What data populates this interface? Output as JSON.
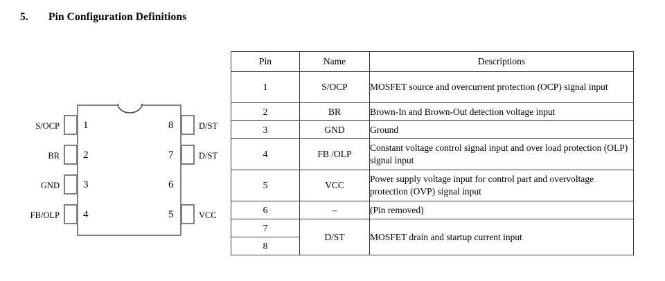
{
  "heading": {
    "number": "5.",
    "title": "Pin Configuration Definitions"
  },
  "diagram": {
    "package_outline": "8-pin DIP package outline with notch",
    "left_pins": [
      {
        "number": "1",
        "label": "S/OCP"
      },
      {
        "number": "2",
        "label": "BR"
      },
      {
        "number": "3",
        "label": "GND"
      },
      {
        "number": "4",
        "label": "FB/OLP"
      }
    ],
    "right_pins": [
      {
        "number": "8",
        "label": "D/ST"
      },
      {
        "number": "7",
        "label": "D/ST"
      },
      {
        "number": "6",
        "label": ""
      },
      {
        "number": "5",
        "label": "VCC"
      }
    ]
  },
  "table": {
    "headers": {
      "pin": "Pin",
      "name": "Name",
      "descriptions": "Descriptions"
    },
    "rows": [
      {
        "pin": "1",
        "name": "S/OCP",
        "description": "MOSFET source and overcurrent protection (OCP) signal input"
      },
      {
        "pin": "2",
        "name": "BR",
        "description": "Brown-In and Brown-Out detection voltage input"
      },
      {
        "pin": "3",
        "name": "GND",
        "description": "Ground"
      },
      {
        "pin": "4",
        "name": "FB /OLP",
        "description": "Constant voltage control signal input and over load protection (OLP) signal input"
      },
      {
        "pin": "5",
        "name": "VCC",
        "description": "Power supply voltage input for control part and overvoltage protection (OVP) signal input"
      },
      {
        "pin": "6",
        "name": "–",
        "description": "(Pin removed)"
      },
      {
        "pin": "7",
        "name": "D/ST",
        "description": "MOSFET drain and startup current input"
      },
      {
        "pin": "8",
        "name": "",
        "description": ""
      }
    ]
  },
  "colors": {
    "diagram_line": "#7e7e7e",
    "table_border": "#3a3a3a",
    "text": "#000000",
    "background": "#ffffff"
  }
}
